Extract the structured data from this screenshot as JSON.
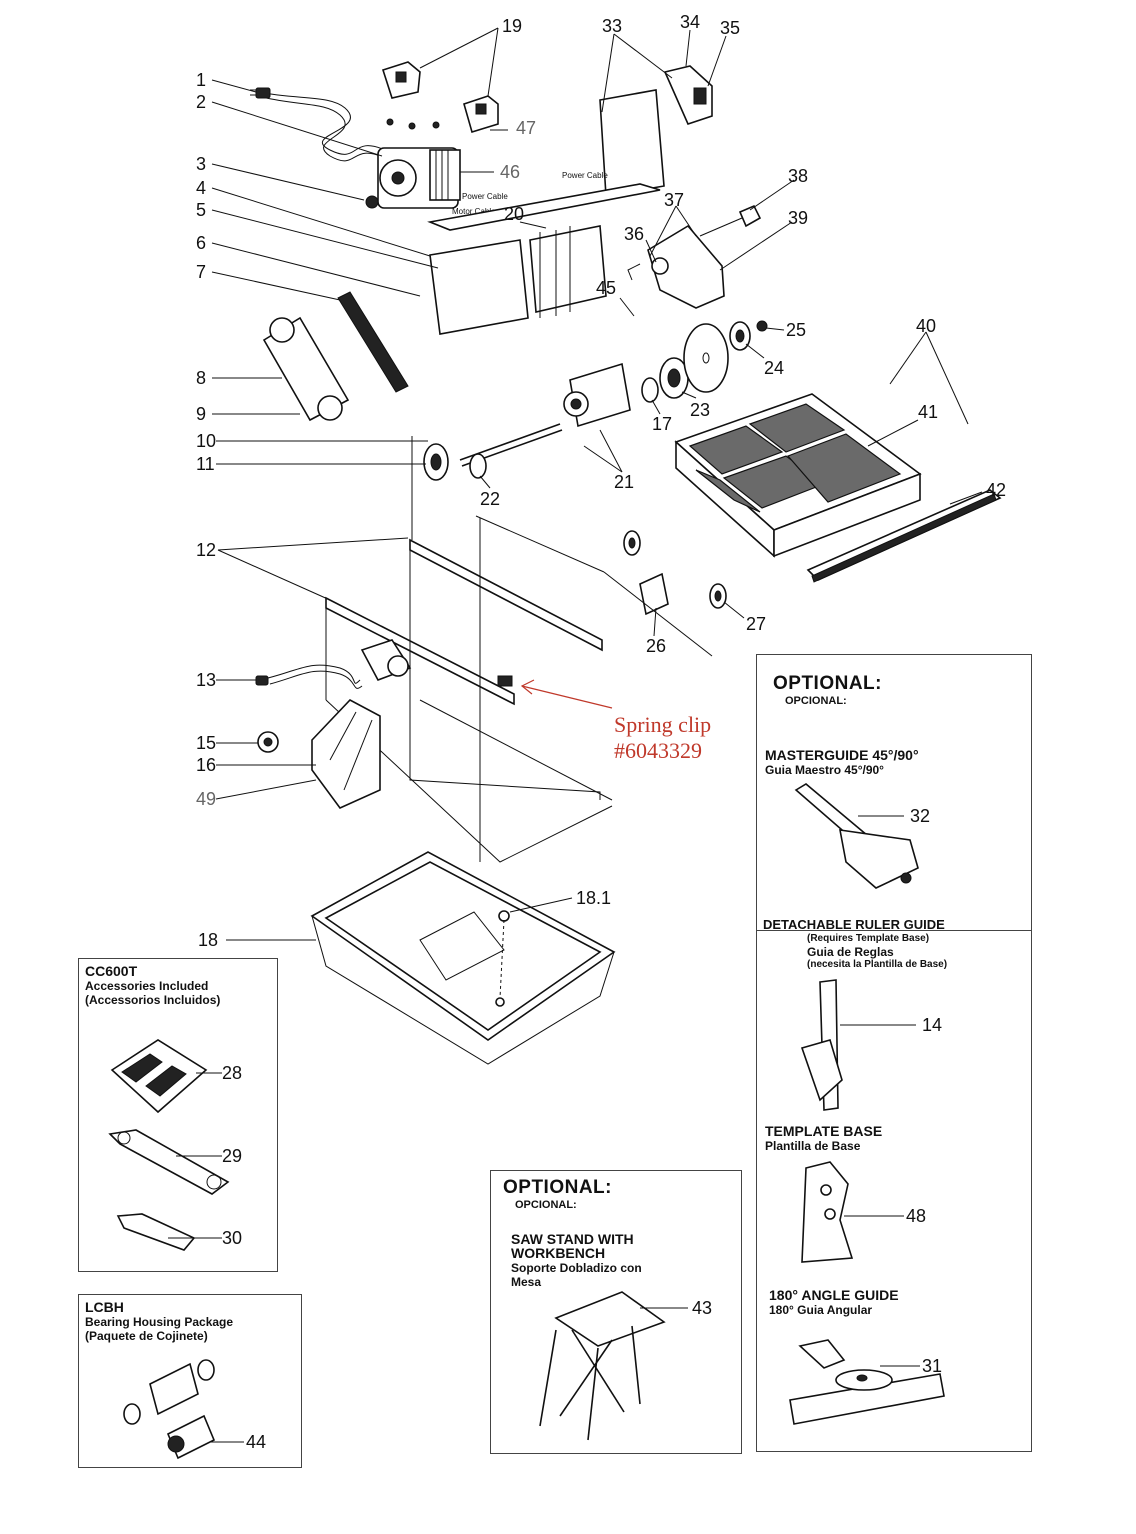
{
  "labels": {
    "n1": "1",
    "n2": "2",
    "n3": "3",
    "n4": "4",
    "n5": "5",
    "n6": "6",
    "n7": "7",
    "n8": "8",
    "n9": "9",
    "n10": "10",
    "n11": "11",
    "n12": "12",
    "n13": "13",
    "n14": "14",
    "n15": "15",
    "n16": "16",
    "n17": "17",
    "n18": "18",
    "n18_1": "18.1",
    "n19": "19",
    "n20": "20",
    "n21": "21",
    "n22": "22",
    "n23": "23",
    "n24": "24",
    "n25": "25",
    "n26": "26",
    "n27": "27",
    "n28": "28",
    "n29": "29",
    "n30": "30",
    "n31": "31",
    "n32": "32",
    "n33": "33",
    "n34": "34",
    "n35": "35",
    "n36": "36",
    "n37": "37",
    "n38": "38",
    "n39": "39",
    "n40": "40",
    "n41": "41",
    "n42": "42",
    "n43": "43",
    "n44": "44",
    "n45": "45",
    "n46": "46",
    "n47": "47",
    "n48": "48",
    "n49": "49"
  },
  "wire_labels": {
    "power_cable": "Power Cable",
    "motor_cable": "Motor Cable",
    "power_cable_2": "Power Cable"
  },
  "callout": {
    "line1": "Spring clip",
    "line2": "#6043329",
    "color": "#c0392b"
  },
  "accessories_panel": {
    "model": "CC600T",
    "title": "Accessories Included",
    "subtitle": "(Accessorios Incluidos)"
  },
  "lcbh_panel": {
    "model": "LCBH",
    "title": "Bearing Housing Package",
    "subtitle": "(Paquete de Cojinete)"
  },
  "stand_panel": {
    "heading": "OPTIONAL:",
    "heading_es": "OPCIONAL:",
    "title_line1": "SAW STAND WITH",
    "title_line2": "WORKBENCH",
    "es_line1": "Soporte Dobladizo con",
    "es_line2": "Mesa"
  },
  "options_panel": {
    "heading": "OPTIONAL:",
    "heading_es": "OPCIONAL:",
    "masterguide": "MASTERGUIDE 45°/90°",
    "masterguide_es": "Guia Maestro 45°/90°",
    "ruler_guide": "DETACHABLE RULER GUIDE",
    "ruler_req": "(Requires Template Base)",
    "ruler_es": "Guia de Reglas",
    "ruler_es_req": "(necesita la Plantilla de Base)",
    "template_base": "TEMPLATE BASE",
    "template_base_es": "Plantilla de Base",
    "angle_guide": "180° ANGLE GUIDE",
    "angle_guide_es": "180° Guia Angular"
  }
}
